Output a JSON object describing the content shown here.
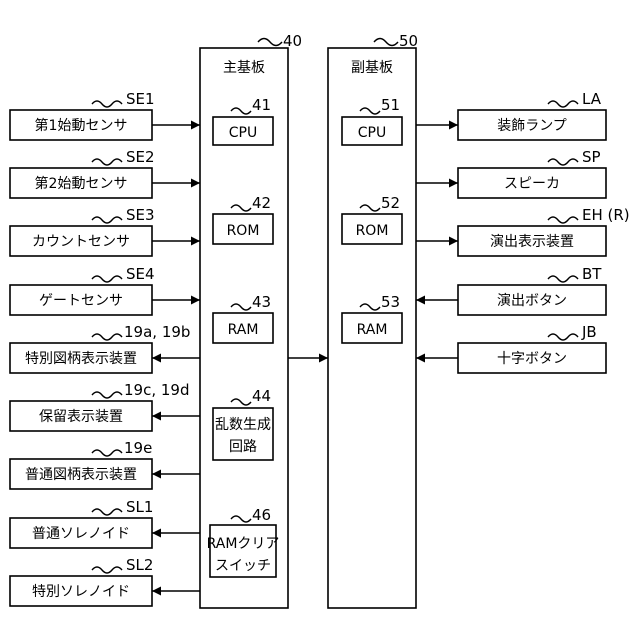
{
  "boards": {
    "main": {
      "ref": "40",
      "title": "主基板"
    },
    "sub": {
      "ref": "50",
      "title": "副基板"
    }
  },
  "main_parts": {
    "cpu": {
      "ref": "41",
      "label": "CPU"
    },
    "rom": {
      "ref": "42",
      "label": "ROM"
    },
    "ram": {
      "ref": "43",
      "label": "RAM"
    },
    "rng": {
      "ref": "44",
      "label_1": "乱数生成",
      "label_2": "回路"
    },
    "ramclear": {
      "ref": "46",
      "label_1": "RAMクリア",
      "label_2": "スイッチ"
    }
  },
  "sub_parts": {
    "cpu": {
      "ref": "51",
      "label": "CPU"
    },
    "rom": {
      "ref": "52",
      "label": "ROM"
    },
    "ram": {
      "ref": "53",
      "label": "RAM"
    }
  },
  "left_devices": [
    {
      "ref": "SE1",
      "label": "第1始動センサ"
    },
    {
      "ref": "SE2",
      "label": "第2始動センサ"
    },
    {
      "ref": "SE3",
      "label": "カウントセンサ"
    },
    {
      "ref": "SE4",
      "label": "ゲートセンサ"
    },
    {
      "ref": "19a, 19b",
      "label": "特別図柄表示装置"
    },
    {
      "ref": "19c, 19d",
      "label": "保留表示装置"
    },
    {
      "ref": "19e",
      "label": "普通図柄表示装置"
    },
    {
      "ref": "SL1",
      "label": "普通ソレノイド"
    },
    {
      "ref": "SL2",
      "label": "特別ソレノイド"
    }
  ],
  "right_devices": [
    {
      "ref": "LA",
      "label": "装飾ランプ"
    },
    {
      "ref": "SP",
      "label": "スピーカ"
    },
    {
      "ref": "EH (R)",
      "label": "演出表示装置"
    },
    {
      "ref": "BT",
      "label": "演出ボタン"
    },
    {
      "ref": "JB",
      "label": "十字ボタン"
    }
  ]
}
